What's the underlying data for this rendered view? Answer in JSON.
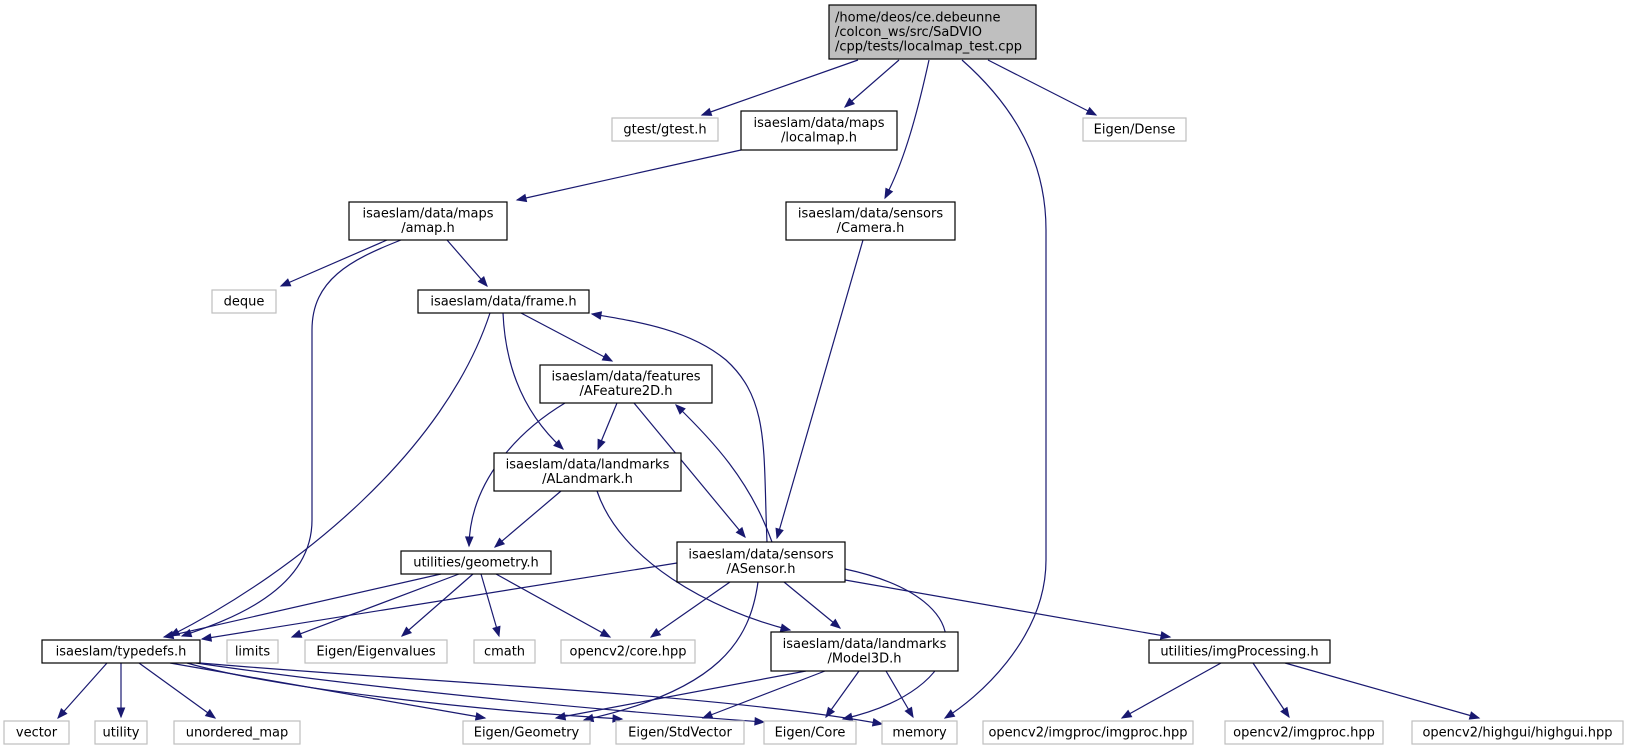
{
  "nodes": {
    "root": [
      "/home/deos/ce.debeunne",
      "/colcon_ws/src/SaDVIO",
      "/cpp/tests/localmap_test.cpp"
    ],
    "gtest": [
      "gtest/gtest.h"
    ],
    "localmap": [
      "isaeslam/data/maps",
      "/localmap.h"
    ],
    "eigen_dense": [
      "Eigen/Dense"
    ],
    "amap": [
      "isaeslam/data/maps",
      "/amap.h"
    ],
    "camera": [
      "isaeslam/data/sensors",
      "/Camera.h"
    ],
    "deque": [
      "deque"
    ],
    "frame": [
      "isaeslam/data/frame.h"
    ],
    "afeature": [
      "isaeslam/data/features",
      "/AFeature2D.h"
    ],
    "alandmark": [
      "isaeslam/data/landmarks",
      "/ALandmark.h"
    ],
    "geometry": [
      "utilities/geometry.h"
    ],
    "asensor": [
      "isaeslam/data/sensors",
      "/ASensor.h"
    ],
    "typedefs": [
      "isaeslam/typedefs.h"
    ],
    "limits": [
      "limits"
    ],
    "eigenvalues": [
      "Eigen/Eigenvalues"
    ],
    "cmath": [
      "cmath"
    ],
    "core_hpp": [
      "opencv2/core.hpp"
    ],
    "model3d": [
      "isaeslam/data/landmarks",
      "/Model3D.h"
    ],
    "imgprocessing": [
      "utilities/imgProcessing.h"
    ],
    "vector": [
      "vector"
    ],
    "utility": [
      "utility"
    ],
    "unordered_map": [
      "unordered_map"
    ],
    "eigen_geometry": [
      "Eigen/Geometry"
    ],
    "eigen_stdvector": [
      "Eigen/StdVector"
    ],
    "eigen_core": [
      "Eigen/Core"
    ],
    "memory": [
      "memory"
    ],
    "imgproc_imgproc": [
      "opencv2/imgproc/imgproc.hpp"
    ],
    "imgproc": [
      "opencv2/imgproc.hpp"
    ],
    "highgui": [
      "opencv2/highgui/highgui.hpp"
    ]
  },
  "colors": {
    "edge": "#191970",
    "root_fill": "#bfbfbf",
    "external_border": "#bfbfbf",
    "internal_border": "#000000"
  }
}
